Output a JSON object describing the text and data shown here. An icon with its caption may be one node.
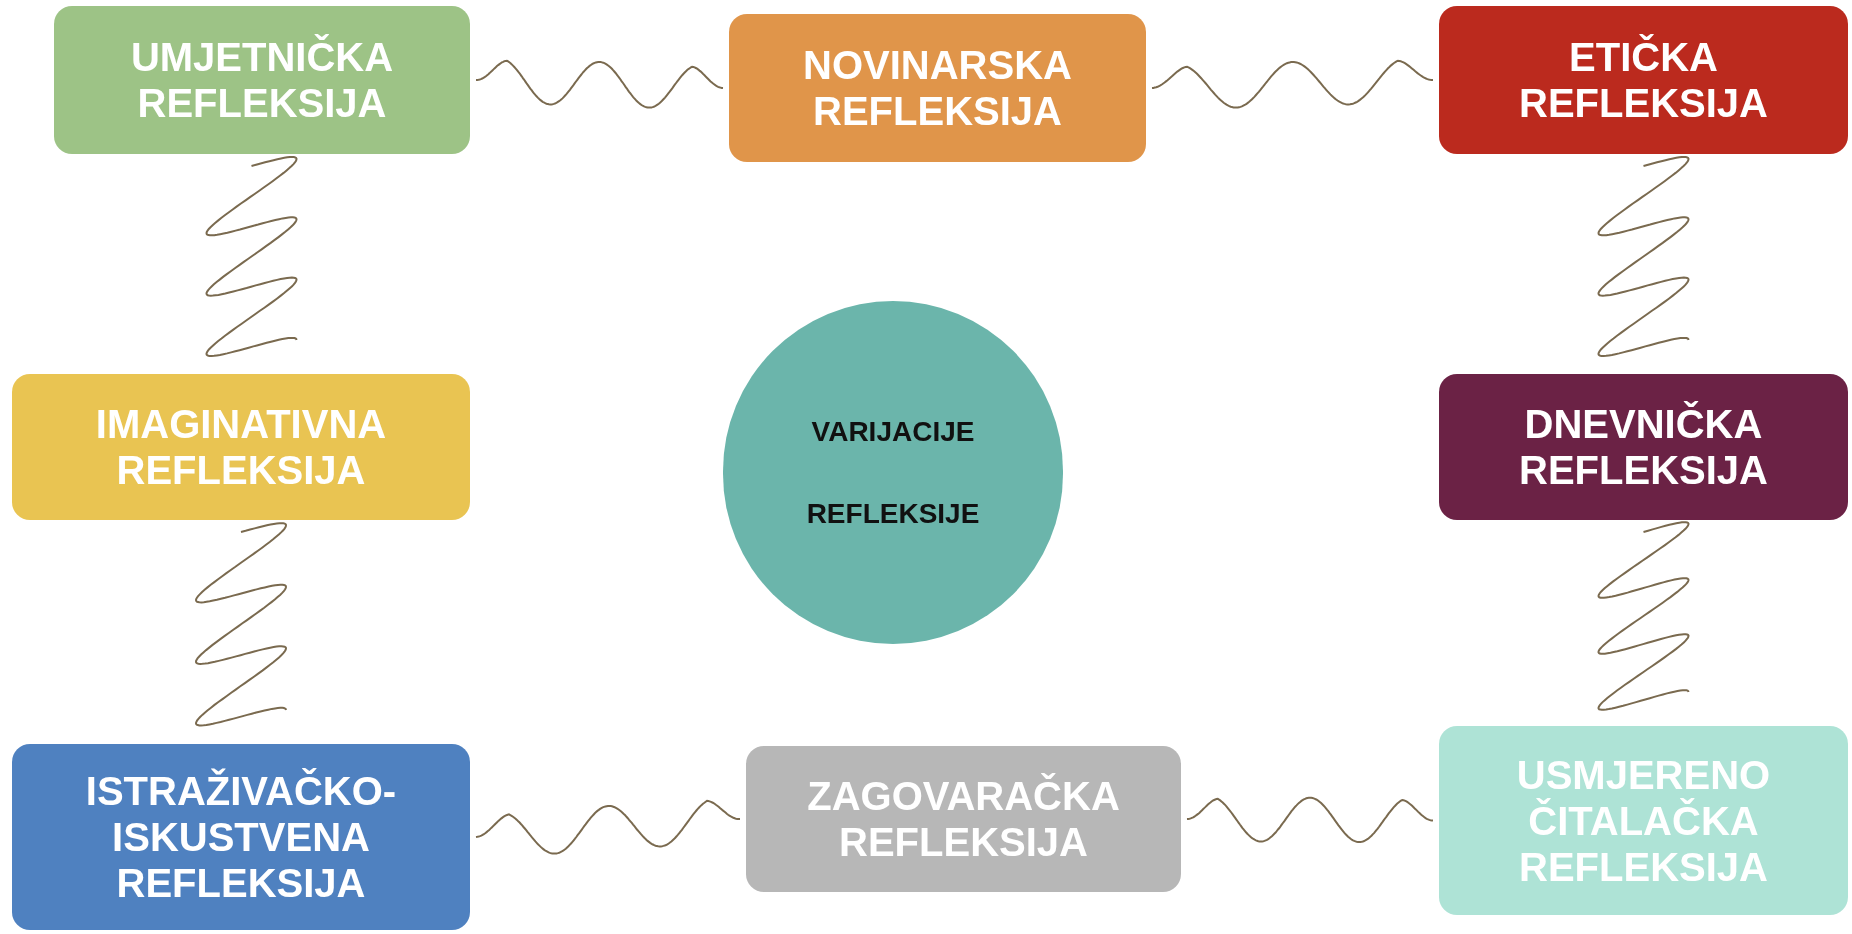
{
  "diagram": {
    "nodes": [
      {
        "text": [
          "UMJETNIČKA REFLEKSIJA"
        ]
      },
      {
        "text": [
          "NOVINARSKA REFLEKSIJA"
        ]
      },
      {
        "text": [
          "ETIČKA REFLEKSIJA"
        ]
      },
      {
        "text": [
          "IMAGINATIVNA REFLEKSIJA"
        ]
      },
      {
        "text": [
          "VARIJACIJE",
          "REFLEKSIJE"
        ]
      },
      {
        "text": [
          "DNEVNIČKA REFLEKSIJA"
        ]
      },
      {
        "text": [
          "ISTRAŽIVAČKO- ISKUSTVENA REFLEKSIJA"
        ]
      },
      {
        "text": [
          "ZAGOVARAČKA REFLEKSIJA"
        ]
      },
      {
        "text": [
          "USMJERENO ČITALAČKA REFLEKSIJA"
        ]
      }
    ],
    "edges": [
      {
        "from": 0,
        "to": 1,
        "arrow": "none"
      },
      {
        "from": 1,
        "to": 2,
        "arrow": "none"
      },
      {
        "from": 0,
        "to": 3,
        "arrow": "none"
      },
      {
        "from": 2,
        "to": 5,
        "arrow": "none"
      },
      {
        "from": 3,
        "to": 6,
        "arrow": "none"
      },
      {
        "from": 5,
        "to": 8,
        "arrow": "none"
      },
      {
        "from": 6,
        "to": 7,
        "arrow": "none"
      },
      {
        "from": 7,
        "to": 8,
        "arrow": "none"
      }
    ]
  }
}
